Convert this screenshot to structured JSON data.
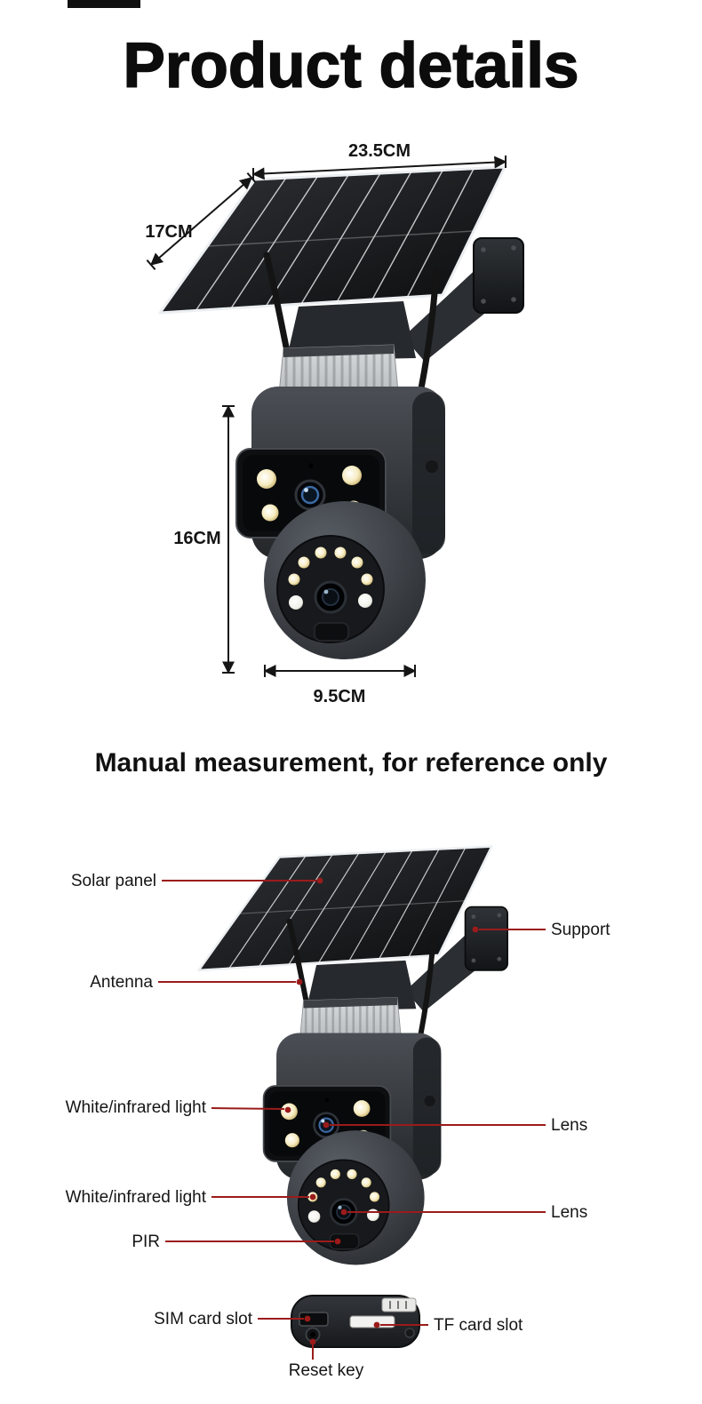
{
  "page": {
    "title": "Product details",
    "disclaimer": "Manual measurement, for reference only"
  },
  "dimensions": {
    "panel_width": "23.5CM",
    "panel_depth": "17CM",
    "camera_height": "16CM",
    "camera_width": "9.5CM"
  },
  "callouts": {
    "solar_panel": "Solar panel",
    "support": "Support",
    "antenna": "Antenna",
    "white_infrared_light_upper": "White/infrared light",
    "lens_upper": "Lens",
    "white_infrared_light_lower": "White/infrared light",
    "lens_lower": "Lens",
    "pir": "PIR",
    "sim_card_slot": "SIM card slot",
    "tf_card_slot": "TF card slot",
    "reset_key": "Reset key"
  },
  "style": {
    "callout_line_color": "#9b1b1b",
    "text_color": "#141414",
    "background": "#ffffff"
  }
}
